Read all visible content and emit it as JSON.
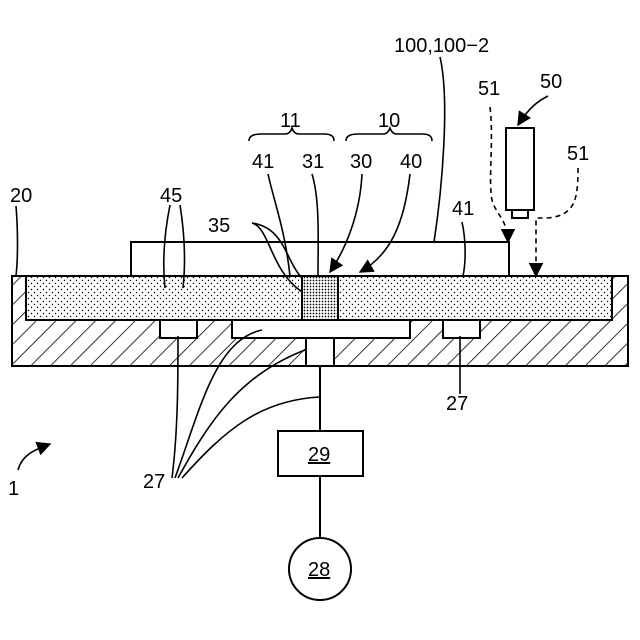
{
  "labels": {
    "substrate_stage": "100,100−2",
    "head": "50",
    "beam_left": "51",
    "beam_right": "51",
    "group_11": "11",
    "group_10": "10",
    "m41_left": "41",
    "m31": "31",
    "m30": "30",
    "m40": "40",
    "m41_right": "41",
    "table": "20",
    "m45": "45",
    "m35": "35",
    "pad_right": "27",
    "pads_bottom": "27",
    "controller": "29",
    "pump": "28",
    "apparatus": "1"
  }
}
